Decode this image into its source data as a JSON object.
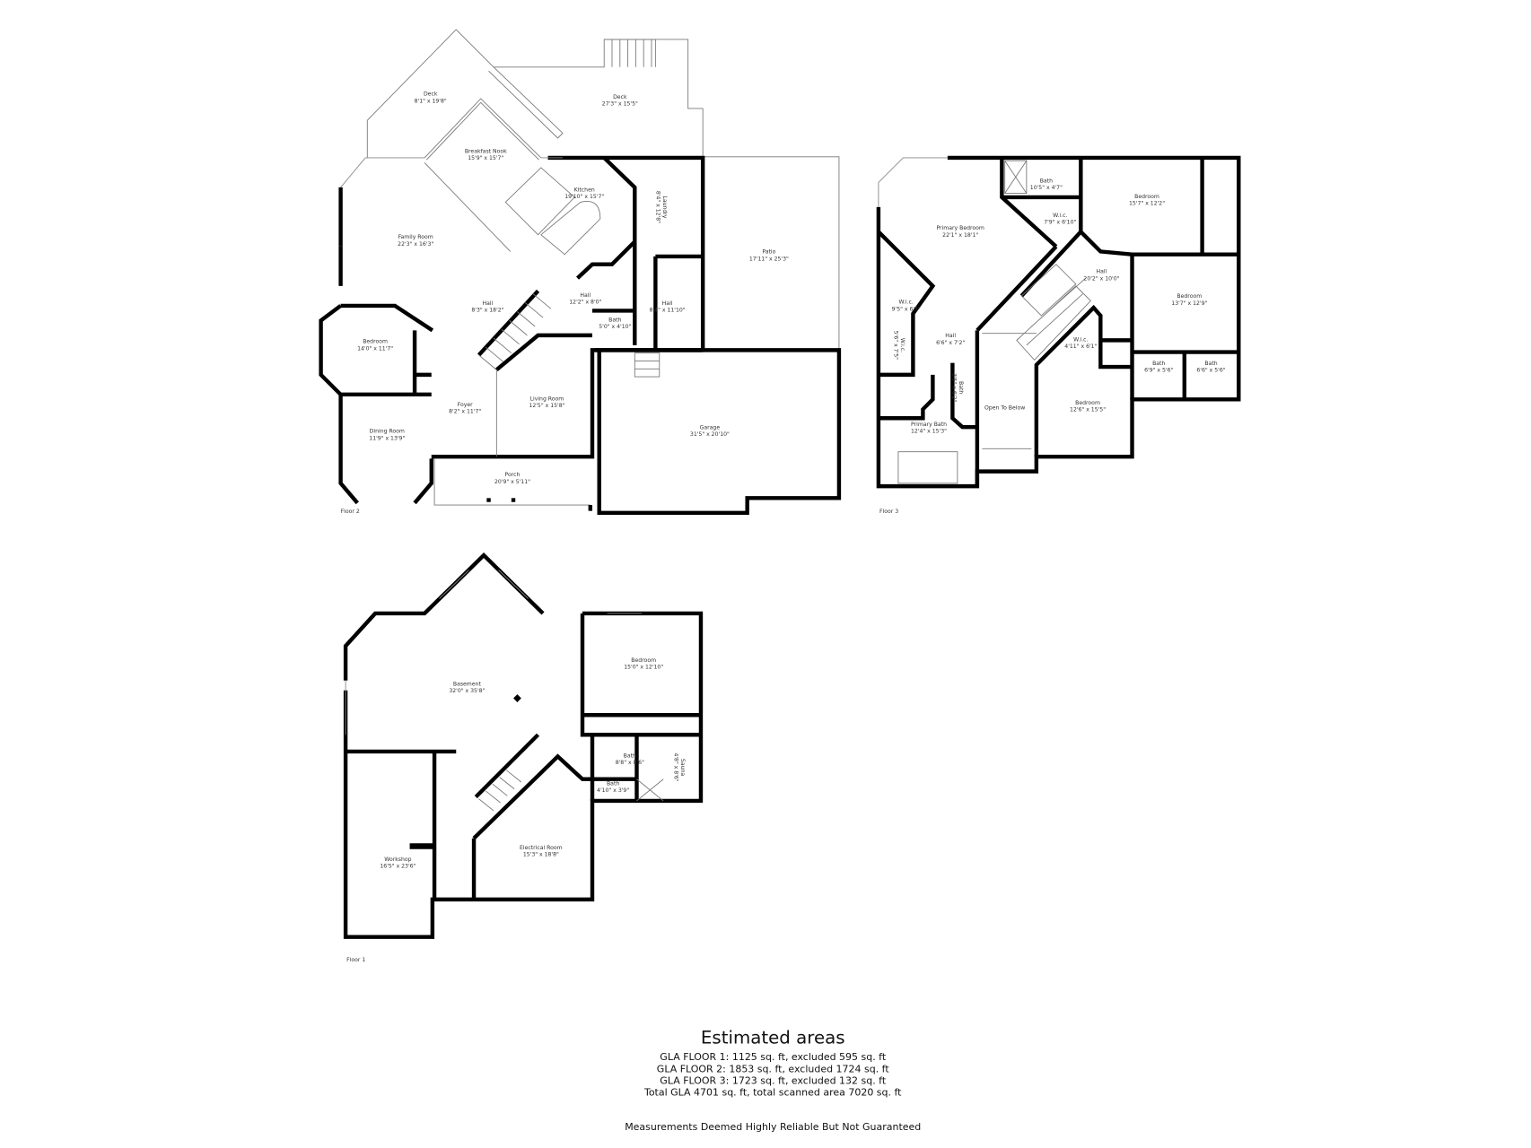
{
  "floor2": {
    "label": "Floor 2",
    "rooms": [
      {
        "name": "Deck",
        "dims": "8'1\" x 19'8\""
      },
      {
        "name": "Deck",
        "dims": "27'3\" x 15'5\""
      },
      {
        "name": "Breakfast Nook",
        "dims": "15'9\" x 15'7\""
      },
      {
        "name": "Kitchen",
        "dims": "19'10\" x 15'7\""
      },
      {
        "name": "Laundry",
        "dims": "8'4\" x 12'8\""
      },
      {
        "name": "Family Room",
        "dims": "22'3\" x 16'3\""
      },
      {
        "name": "Patio",
        "dims": "17'11\" x 25'3\""
      },
      {
        "name": "Hall",
        "dims": "8'3\" x 18'2\""
      },
      {
        "name": "Hall",
        "dims": "12'2\" x 8'0\""
      },
      {
        "name": "Hall",
        "dims": "8'4\" x 11'10\""
      },
      {
        "name": "Bath",
        "dims": "5'0\" x 4'10\""
      },
      {
        "name": "Bedroom",
        "dims": "14'0\" x 11'7\""
      },
      {
        "name": "Foyer",
        "dims": "8'2\" x 11'7\""
      },
      {
        "name": "Living Room",
        "dims": "12'5\" x 15'8\""
      },
      {
        "name": "Garage",
        "dims": "31'5\" x 20'10\""
      },
      {
        "name": "Dining Room",
        "dims": "11'9\" x 13'9\""
      },
      {
        "name": "Porch",
        "dims": "20'9\" x 5'11\""
      }
    ]
  },
  "floor3": {
    "label": "Floor 3",
    "rooms": [
      {
        "name": "Bath",
        "dims": "10'5\" x 4'7\""
      },
      {
        "name": "Bedroom",
        "dims": "15'7\" x 12'2\""
      },
      {
        "name": "W.i.c.",
        "dims": "7'9\" x 6'10\""
      },
      {
        "name": "Primary Bedroom",
        "dims": "22'1\" x 18'1\""
      },
      {
        "name": "Hall",
        "dims": "20'2\" x 10'0\""
      },
      {
        "name": "Bedroom",
        "dims": "13'7\" x 12'9\""
      },
      {
        "name": "W.i.c.",
        "dims": "9'5\" x 6'7\""
      },
      {
        "name": "W.i.c.",
        "dims": "5'6\" x 7'5\""
      },
      {
        "name": "Hall",
        "dims": "6'6\" x 7'2\""
      },
      {
        "name": "W.i.c.",
        "dims": "4'11\" x 6'1\""
      },
      {
        "name": "Bath",
        "dims": "3'5\" x 6'2\""
      },
      {
        "name": "Bath",
        "dims": "6'9\" x 5'6\""
      },
      {
        "name": "Bath",
        "dims": "6'6\" x 5'6\""
      },
      {
        "name": "Open To Below",
        "dims": ""
      },
      {
        "name": "Bedroom",
        "dims": "12'6\" x 15'5\""
      },
      {
        "name": "Primary Bath",
        "dims": "12'4\" x 15'3\""
      }
    ]
  },
  "floor1": {
    "label": "Floor 1",
    "rooms": [
      {
        "name": "Basement",
        "dims": "32'0\" x 35'8\""
      },
      {
        "name": "Bedroom",
        "dims": "15'0\" x 12'10\""
      },
      {
        "name": "Bath",
        "dims": "8'8\" x 8'6\""
      },
      {
        "name": "Sauna",
        "dims": "4'8\" x 8'6\""
      },
      {
        "name": "Bath",
        "dims": "4'10\" x 3'9\""
      },
      {
        "name": "Electrical Room",
        "dims": "15'3\" x 18'8\""
      },
      {
        "name": "Workshop",
        "dims": "16'5\" x 23'6\""
      }
    ]
  },
  "summary": {
    "title": "Estimated areas",
    "lines": [
      "GLA FLOOR 1: 1125 sq. ft, excluded 595 sq. ft",
      "GLA FLOOR 2: 1853 sq. ft, excluded 1724 sq. ft",
      "GLA FLOOR 3: 1723 sq. ft, excluded 132 sq. ft",
      "Total GLA 4701 sq. ft, total scanned area 7020 sq. ft"
    ],
    "disclaimer": "Measurements Deemed Highly Reliable But Not Guaranteed"
  }
}
